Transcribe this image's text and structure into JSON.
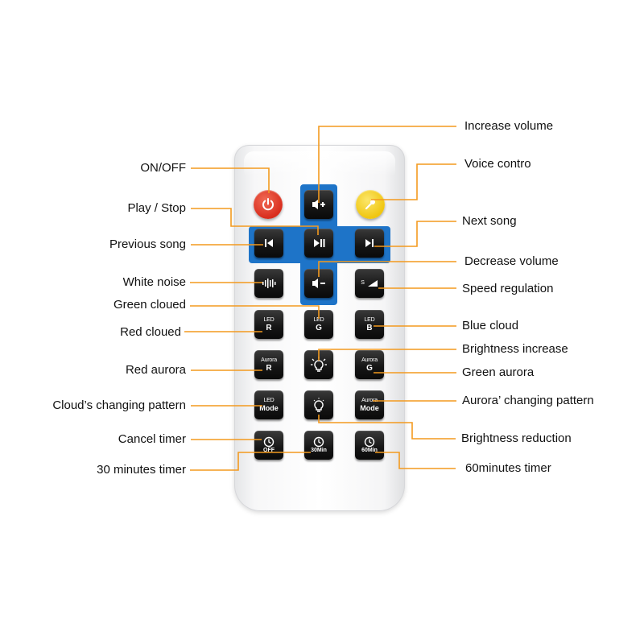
{
  "colors": {
    "leader": "#f39a1f",
    "dpad": "#1e74c8",
    "power": "#e23b2a",
    "voice": "#f5d21a"
  },
  "keys": {
    "power": {
      "icon": "power-icon"
    },
    "voice": {
      "icon": "microphone-icon"
    },
    "vol_up": {
      "icon": "volume-up-icon"
    },
    "vol_down": {
      "icon": "volume-down-icon"
    },
    "prev": {
      "icon": "previous-track-icon"
    },
    "play": {
      "icon": "play-pause-icon"
    },
    "next": {
      "icon": "next-track-icon"
    },
    "white_noise": {
      "icon": "sound-wave-icon"
    },
    "speed": {
      "icon": "speed-ramp-icon",
      "label": "S"
    },
    "led_r": {
      "top": "LED",
      "main": "R"
    },
    "led_g": {
      "top": "LED",
      "main": "G"
    },
    "led_b": {
      "top": "LED",
      "main": "B"
    },
    "aurora_r": {
      "top": "Aurora",
      "main": "R"
    },
    "bright_up": {
      "icon": "bulb-bright-icon"
    },
    "aurora_g": {
      "top": "Aurora",
      "main": "G"
    },
    "led_mode": {
      "top": "LED",
      "main": "Mode"
    },
    "bright_down": {
      "icon": "bulb-dim-icon"
    },
    "aurora_mode": {
      "top": "Aurora",
      "main": "Mode"
    },
    "timer_off": {
      "icon": "clock-icon",
      "text": "OFF"
    },
    "timer_30": {
      "icon": "clock-icon",
      "text": "30Min"
    },
    "timer_60": {
      "icon": "clock-icon",
      "text": "60Min"
    }
  },
  "labels": {
    "on_off": "ON/OFF",
    "play_stop": "Play / Stop",
    "previous_song": "Previous song",
    "white_noise": "White noise",
    "green_cloued": "Green cloued",
    "red_cloued": "Red cloued",
    "red_aurora": "Red aurora",
    "clouds_changing_pattern": "Cloud’s changing pattern",
    "cancel_timer": "Cancel timer",
    "timer_30": "30 minutes timer",
    "increase_volume": "Increase volume",
    "voice_contro": "Voice contro",
    "next_song": "Next song",
    "decrease_volume": "Decrease volume",
    "speed_regulation": "Speed regulation",
    "blue_cloud": "Blue cloud",
    "brightness_increase": "Brightness increase",
    "green_aurora": "Green aurora",
    "aurora_changing_pattern": "Aurora’ changing pattern",
    "brightness_reduction": "Brightness reduction",
    "timer_60": "60minutes timer"
  }
}
